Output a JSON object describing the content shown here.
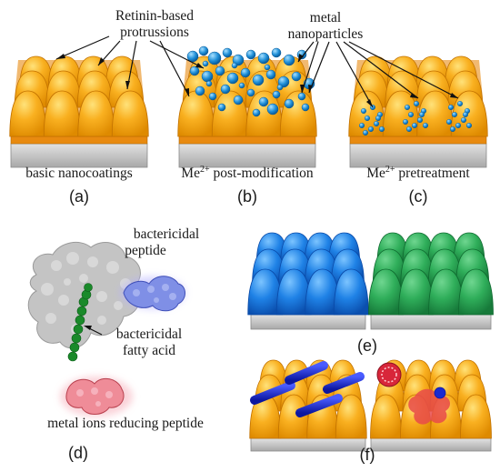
{
  "colors": {
    "dome_orange": "#f7a615",
    "dome_orange_light": "#ffd45a",
    "dome_orange_dark": "#d98200",
    "frame_orange": "#e88a10",
    "substrate_gray": "#cfcfcf",
    "substrate_dark": "#9a9a9a",
    "particle_blue": "#1f8fd8",
    "dome_blue": "#1e7be0",
    "dome_green": "#2fae5a",
    "rod_blue": "#1a2ad0",
    "peptide_blue": "#4a5fd0",
    "peptide_red": "#e05a6a",
    "fatty_green": "#1a8a2a",
    "protein_gray": "#b8b8b8"
  },
  "labels": {
    "retinin_line1": "Retinin-based",
    "retinin_line2": "protrussions",
    "metal_line1": "metal",
    "metal_line2": "nanoparticles",
    "caption_a": "basic nanocoatings",
    "caption_b_prefix": "Me",
    "caption_b_sup": "2+",
    "caption_b_suffix": " post-modification",
    "caption_c_prefix": "Me",
    "caption_c_sup": "2+",
    "caption_c_suffix": " pretreatment",
    "bact_peptide_line1": "bactericidal",
    "bact_peptide_line2": "peptide",
    "bact_fatty_line1": "bactericidal",
    "bact_fatty_line2": "fatty acid",
    "metal_ions_peptide": "metal ions reducing peptide"
  },
  "panel_letters": {
    "a": "(a)",
    "b": "(b)",
    "c": "(c)",
    "d": "(d)",
    "e": "(e)",
    "f": "(f)"
  }
}
